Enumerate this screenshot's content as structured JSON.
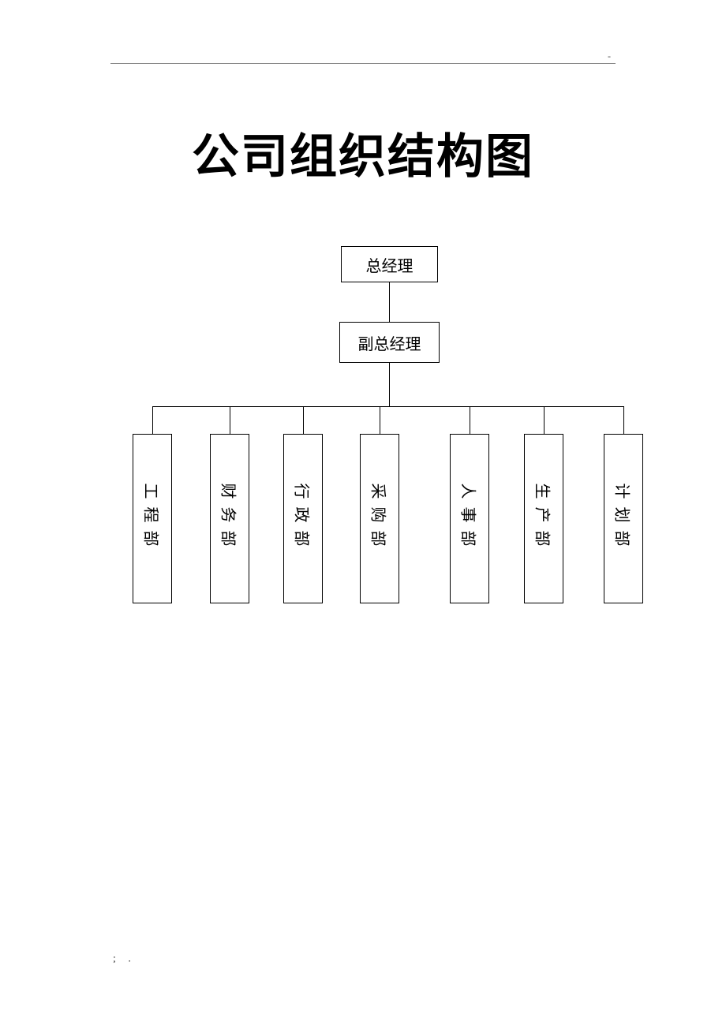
{
  "page": {
    "top_right_mark": "-",
    "bottom_left_mark": "; ."
  },
  "title": "公司组织结构图",
  "org_chart": {
    "root": "总经理",
    "deputy": "副总经理",
    "departments": [
      "工程部",
      "财务部",
      "行政部",
      "采购部",
      "人事部",
      "生产部",
      "计划部"
    ]
  },
  "colors": {
    "line": "#000000",
    "rule": "#8a8a8a",
    "text": "#000000",
    "background": "#ffffff"
  }
}
